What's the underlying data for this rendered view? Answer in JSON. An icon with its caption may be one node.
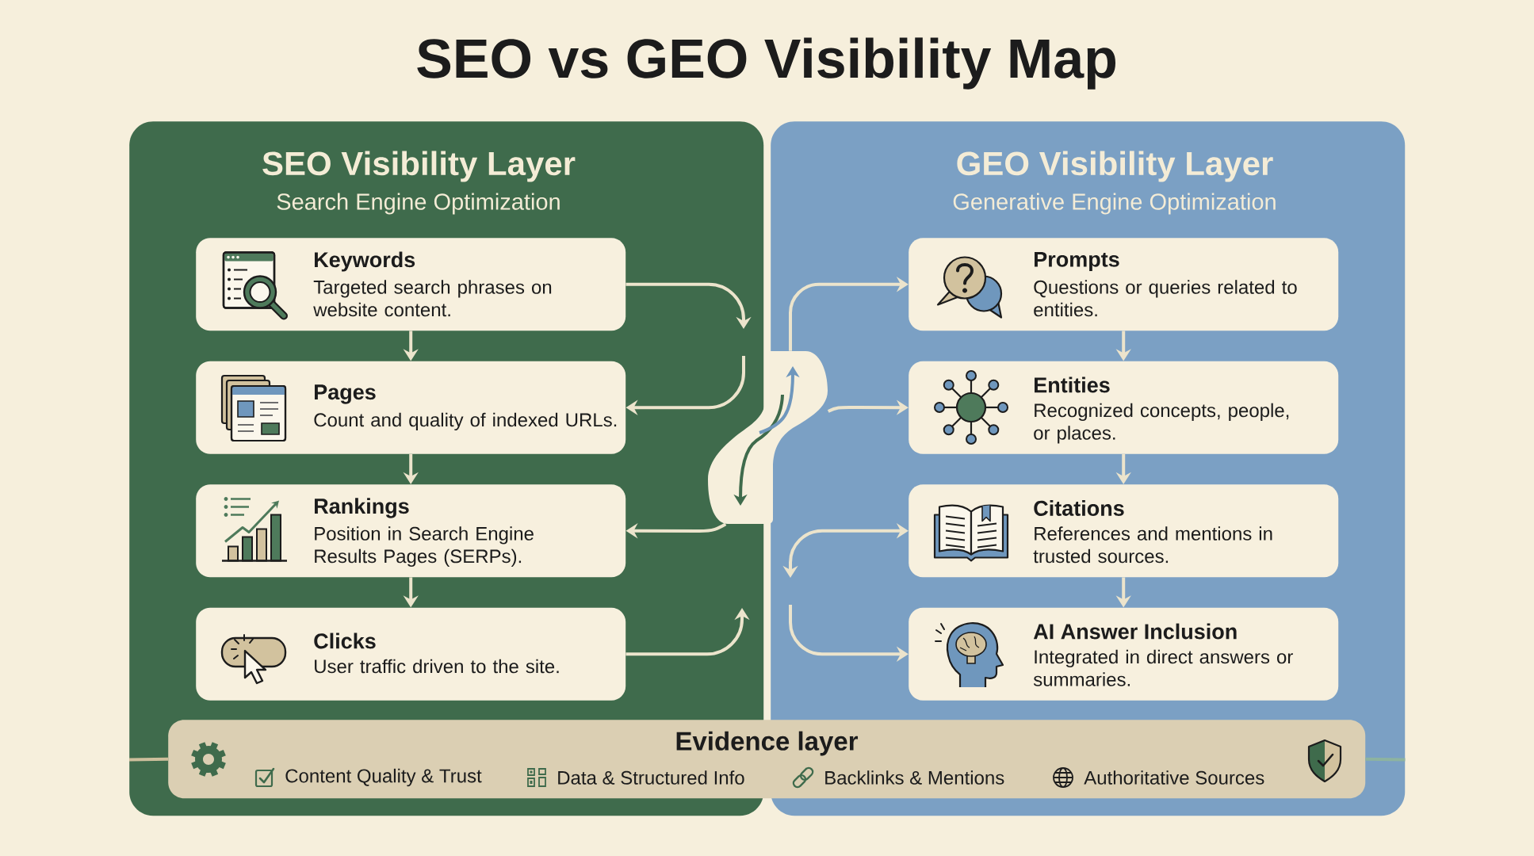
{
  "diagram": {
    "title": "SEO vs GEO Visibility Map",
    "nodes": [
      {
        "text": [
          "SEO Visibility Layer",
          "Search Engine Optimization"
        ]
      },
      {
        "text": [
          "Keywords",
          "Targeted search phrases on website content."
        ],
        "in": 0
      },
      {
        "text": [
          "Pages",
          "Count and quality of indexed URLs."
        ],
        "in": 0
      },
      {
        "text": [
          "Rankings",
          "Position in Search Engine Results Pages (SERPs)."
        ],
        "in": 0
      },
      {
        "text": [
          "Clicks",
          "User traffic driven to the site."
        ],
        "in": 0
      },
      {
        "text": [
          "GEO Visibility Layer",
          "Generative Engine Optimization"
        ]
      },
      {
        "text": [
          "Prompts",
          "Questions or queries related to entities."
        ],
        "in": 5
      },
      {
        "text": [
          "Entities",
          "Recognized concepts, people, or places."
        ],
        "in": 5
      },
      {
        "text": [
          "Citations",
          "References and mentions in trusted sources."
        ],
        "in": 5
      },
      {
        "text": [
          "AI Answer Inclusion",
          "Integrated in direct answers or summaries."
        ],
        "in": 5
      },
      {
        "text": [],
        "shape": "band"
      },
      {
        "text": [
          "Evidence layer",
          "Content Quality & Trust",
          "Data & Structured Info",
          "Backlinks & Mentions",
          "Authoritative Sources"
        ]
      }
    ],
    "edges": [
      {
        "from": 1,
        "to": 2,
        "arrow": "to"
      },
      {
        "from": 2,
        "to": 3,
        "arrow": "to"
      },
      {
        "from": 3,
        "to": 4,
        "arrow": "to"
      },
      {
        "from": 6,
        "to": 7,
        "arrow": "to"
      },
      {
        "from": 7,
        "to": 8,
        "arrow": "to"
      },
      {
        "from": 8,
        "to": 9,
        "arrow": "to"
      },
      {
        "from": 1,
        "to": null,
        "arrow": "to"
      },
      {
        "from": null,
        "to": 2,
        "arrow": "to"
      },
      {
        "from": 10,
        "to": 3,
        "arrow": "to"
      },
      {
        "from": 10,
        "to": 6,
        "arrow": "to"
      },
      {
        "from": 10,
        "to": 7,
        "arrow": "to"
      },
      {
        "from": 4,
        "to": null,
        "arrow": "to"
      },
      {
        "from": null,
        "to": 8,
        "arrow": "both"
      },
      {
        "from": null,
        "to": 9,
        "arrow": "to"
      },
      {
        "from": 0,
        "to": 11,
        "arrow": "none",
        "color": "#cdbf9c"
      },
      {
        "from": 5,
        "to": 11,
        "arrow": "none",
        "color": "#8db3a0"
      }
    ]
  }
}
